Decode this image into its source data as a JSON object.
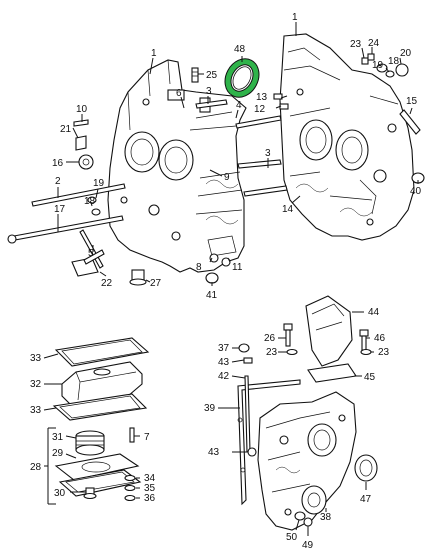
{
  "labels": {
    "p1a": "1",
    "p1b": "1",
    "p2": "2",
    "p3a": "3",
    "p3b": "3",
    "p4": "4",
    "p5": "5",
    "p6": "6",
    "p7": "7",
    "p8": "8",
    "p9": "9",
    "p10": "10",
    "p11": "11",
    "p12": "12",
    "p13": "13",
    "p14": "14",
    "p15": "15",
    "p16": "16",
    "p17": "17",
    "p18a": "18",
    "p18b": "18",
    "p19a": "19",
    "p19b": "19",
    "p20": "20",
    "p21": "21",
    "p22": "22",
    "p23a": "23",
    "p23b": "23",
    "p23c": "23",
    "p24": "24",
    "p25": "25",
    "p26": "26",
    "p27": "27",
    "p28": "28",
    "p29": "29",
    "p30": "30",
    "p31": "31",
    "p32": "32",
    "p33a": "33",
    "p33b": "33",
    "p34": "34",
    "p35": "35",
    "p36": "36",
    "p37": "37",
    "p38": "38",
    "p39": "39",
    "p40": "40",
    "p41": "41",
    "p42": "42",
    "p43a": "43",
    "p43b": "43",
    "p44": "44",
    "p45": "45",
    "p46": "46",
    "p47": "47",
    "p48": "48",
    "p49": "49",
    "p50": "50"
  },
  "highlight": {
    "part": "48",
    "color": "#2fb34a"
  }
}
